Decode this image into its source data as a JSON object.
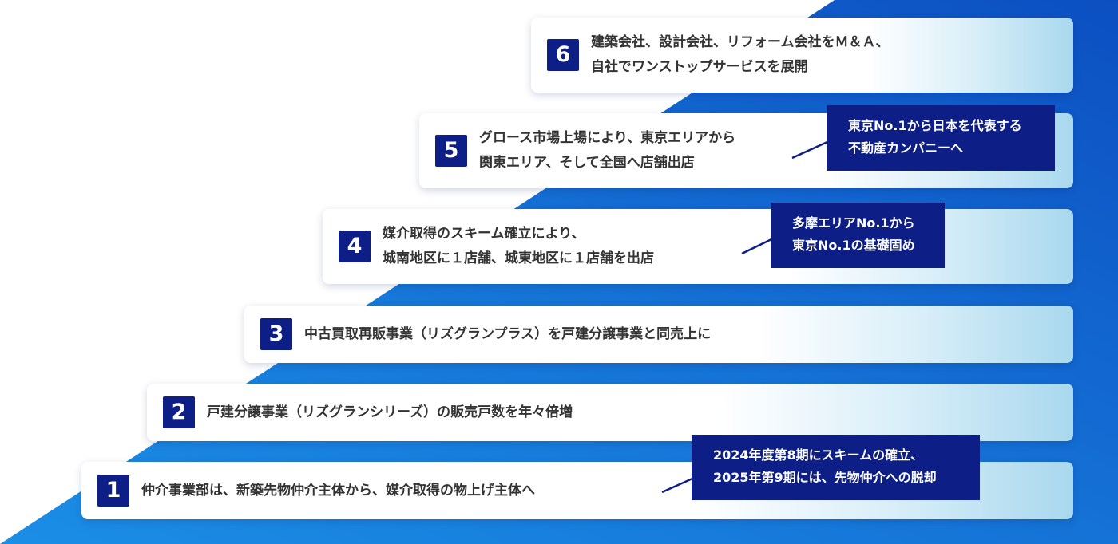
{
  "colors": {
    "navy": "#0d1f86",
    "blue": "#1a73d9",
    "text": "#333333",
    "white": "#ffffff"
  },
  "steps": [
    {
      "number": "1",
      "lines": [
        "仲介事業部は、新築先物仲介主体から、媒介取得の物上げ主体へ"
      ]
    },
    {
      "number": "2",
      "lines": [
        "戸建分譲事業（リズグランシリーズ）の販売戸数を年々倍増"
      ]
    },
    {
      "number": "3",
      "lines": [
        "中古買取再販事業（リズグランプラス）を戸建分譲事業と同売上に"
      ]
    },
    {
      "number": "4",
      "lines": [
        "媒介取得のスキーム確立により、",
        "城南地区に１店舗、城東地区に１店舗を出店"
      ]
    },
    {
      "number": "5",
      "lines": [
        "グロース市場上場により、東京エリアから",
        "関東エリア、そして全国へ店舗出店"
      ]
    },
    {
      "number": "6",
      "lines": [
        "建築会社、設計会社、リフォーム会社をＭ＆Ａ、",
        "自社でワンストップサービスを展開"
      ]
    }
  ],
  "callouts": [
    {
      "step": "1",
      "lines": [
        "2024年度第8期にスキームの確立、",
        "2025年第9期には、先物仲介への脱却"
      ]
    },
    {
      "step": "4",
      "lines": [
        "多摩エリアNo.1から",
        "東京No.1の基礎固め"
      ]
    },
    {
      "step": "5",
      "lines": [
        "東京No.1から日本を代表する",
        "不動産カンパニーへ"
      ]
    }
  ]
}
